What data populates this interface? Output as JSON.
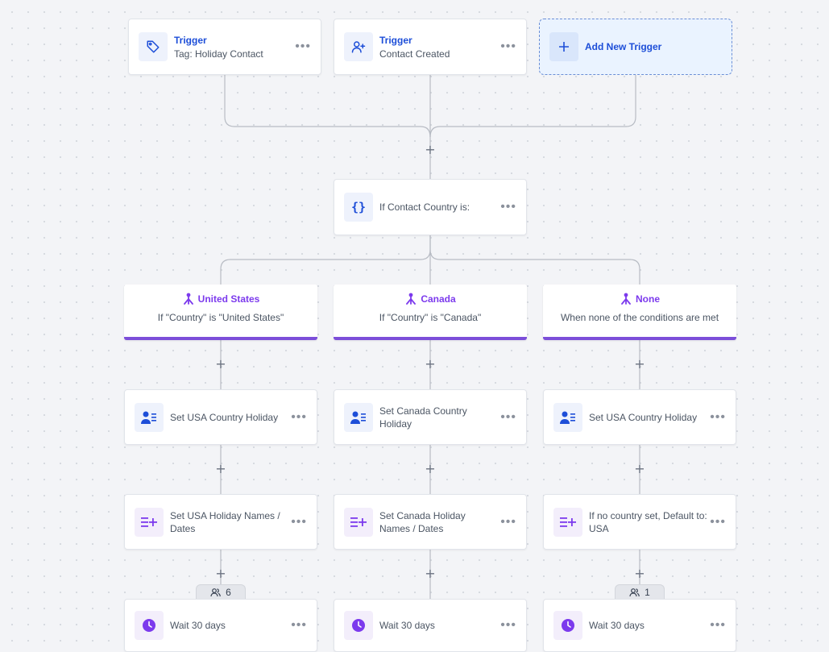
{
  "triggers": [
    {
      "title": "Trigger",
      "subtitle": "Tag: Holiday Contact",
      "icon": "tag-icon"
    },
    {
      "title": "Trigger",
      "subtitle": "Contact Created",
      "icon": "user-plus-icon"
    }
  ],
  "add_trigger": {
    "label": "Add New Trigger",
    "icon": "plus-icon"
  },
  "condition": {
    "label": "If Contact Country is:",
    "icon": "braces-icon"
  },
  "branches": [
    {
      "title": "United States",
      "condition": "If \"Country\" is \"United States\""
    },
    {
      "title": "Canada",
      "condition": "If \"Country\" is \"Canada\""
    },
    {
      "title": "None",
      "condition": "When none of the conditions are met"
    }
  ],
  "steps": {
    "row1": [
      "Set USA Country Holiday",
      "Set Canada Country Holiday",
      "Set USA Country Holiday"
    ],
    "row2": [
      "Set USA Holiday Names / Dates",
      "Set Canada Holiday Names / Dates",
      "If no country set, Default to: USA"
    ],
    "row3": [
      "Wait 30 days",
      "Wait 30 days",
      "Wait 30 days"
    ]
  },
  "counts": {
    "left": "6",
    "right": "1"
  },
  "menu_glyph": "•••",
  "plus_glyph": "+",
  "colors": {
    "accent_blue": "#1d4ed8",
    "accent_purple": "#7c3aed",
    "branch_bar": "#7c4ed9",
    "add_trigger_bg": "#eaf3ff"
  }
}
